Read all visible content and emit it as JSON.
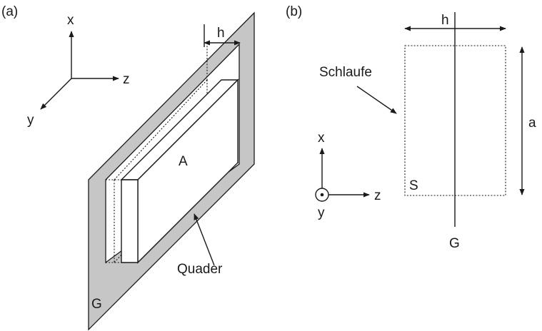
{
  "panel_a": {
    "tag": "(a)",
    "axes": {
      "x": "x",
      "y": "y",
      "z": "z"
    },
    "label_h": "h",
    "label_A": "A",
    "label_quader": "Quader",
    "label_G": "G",
    "plane_fill": "#c6c6c6"
  },
  "panel_b": {
    "tag": "(b)",
    "label_h": "h",
    "label_schlaufe": "Schlaufe",
    "label_a": "a",
    "label_S": "S",
    "label_G": "G",
    "axes": {
      "x": "x",
      "y": "y",
      "z": "z"
    }
  }
}
